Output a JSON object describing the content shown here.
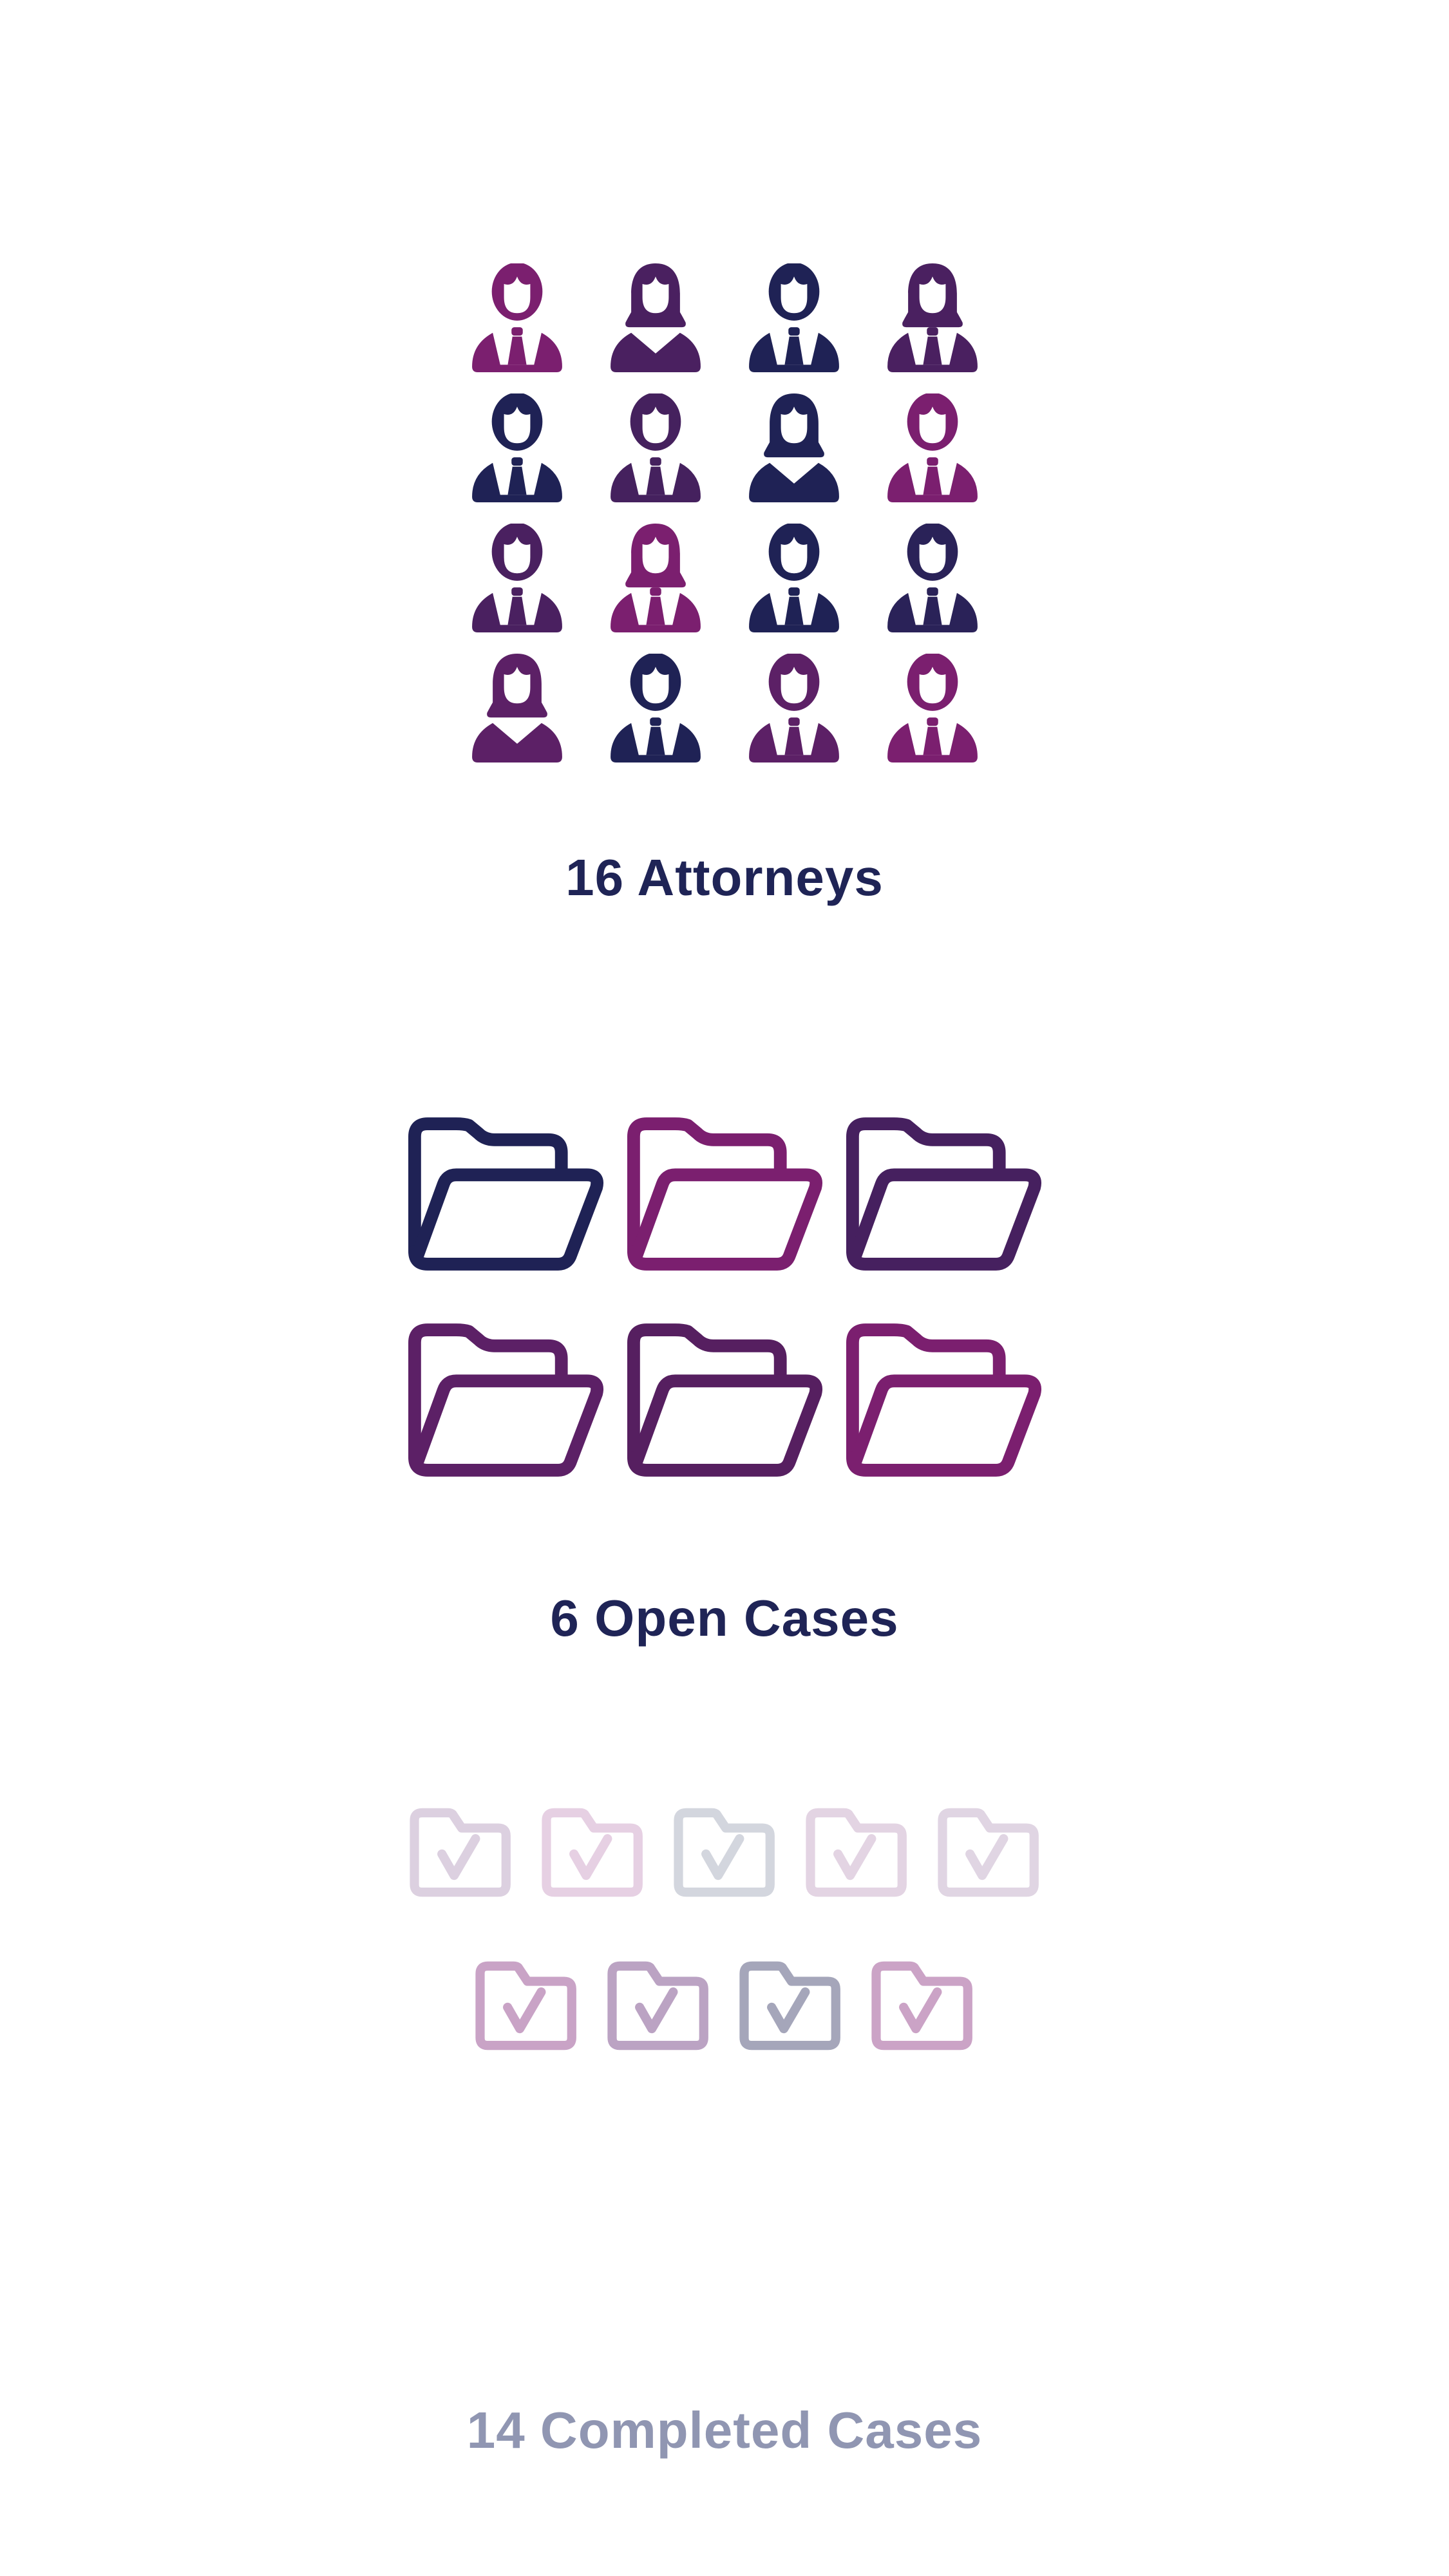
{
  "attorneys": {
    "caption": "16 Attorneys",
    "count": 16,
    "icons": [
      {
        "hair": "short",
        "body": "tie",
        "color": "#7b1f6f"
      },
      {
        "hair": "long",
        "body": "vneck",
        "color": "#4a2060"
      },
      {
        "hair": "short",
        "body": "tie",
        "color": "#1f2255"
      },
      {
        "hair": "long",
        "body": "tie",
        "color": "#4a2060"
      },
      {
        "hair": "short",
        "body": "tie",
        "color": "#1f2255"
      },
      {
        "hair": "short",
        "body": "tie",
        "color": "#45215e"
      },
      {
        "hair": "long",
        "body": "vneck",
        "color": "#1f2255"
      },
      {
        "hair": "short",
        "body": "tie",
        "color": "#7b1f6f"
      },
      {
        "hair": "short",
        "body": "tie",
        "color": "#4a2060"
      },
      {
        "hair": "long",
        "body": "tie",
        "color": "#7b1f6f"
      },
      {
        "hair": "short",
        "body": "tie",
        "color": "#1f2255"
      },
      {
        "hair": "short",
        "body": "tie",
        "color": "#2a2258"
      },
      {
        "hair": "long",
        "body": "vneck",
        "color": "#5c2066"
      },
      {
        "hair": "short",
        "body": "tie",
        "color": "#1f2255"
      },
      {
        "hair": "short",
        "body": "tie",
        "color": "#5c2066"
      },
      {
        "hair": "short",
        "body": "tie",
        "color": "#7b1f6f"
      }
    ]
  },
  "open_cases": {
    "caption": "6 Open Cases",
    "count": 6,
    "icon": "folder-open-icon",
    "colors": [
      "#1f2255",
      "#7b1f6f",
      "#46205f",
      "#5c2066",
      "#561f60",
      "#7b1f6f"
    ]
  },
  "completed_cases": {
    "caption": "14 Completed Cases",
    "count": 14,
    "icon": "folder-check-icon",
    "rows": [
      [
        "#dcd0e0",
        "#e6d0e3",
        "#d3d6de",
        "#e3d4e3",
        "#e0d5e3"
      ],
      [
        "#c9a3c6",
        "#bba3c3",
        "#a5a6ba",
        "#cba3c6"
      ]
    ]
  }
}
